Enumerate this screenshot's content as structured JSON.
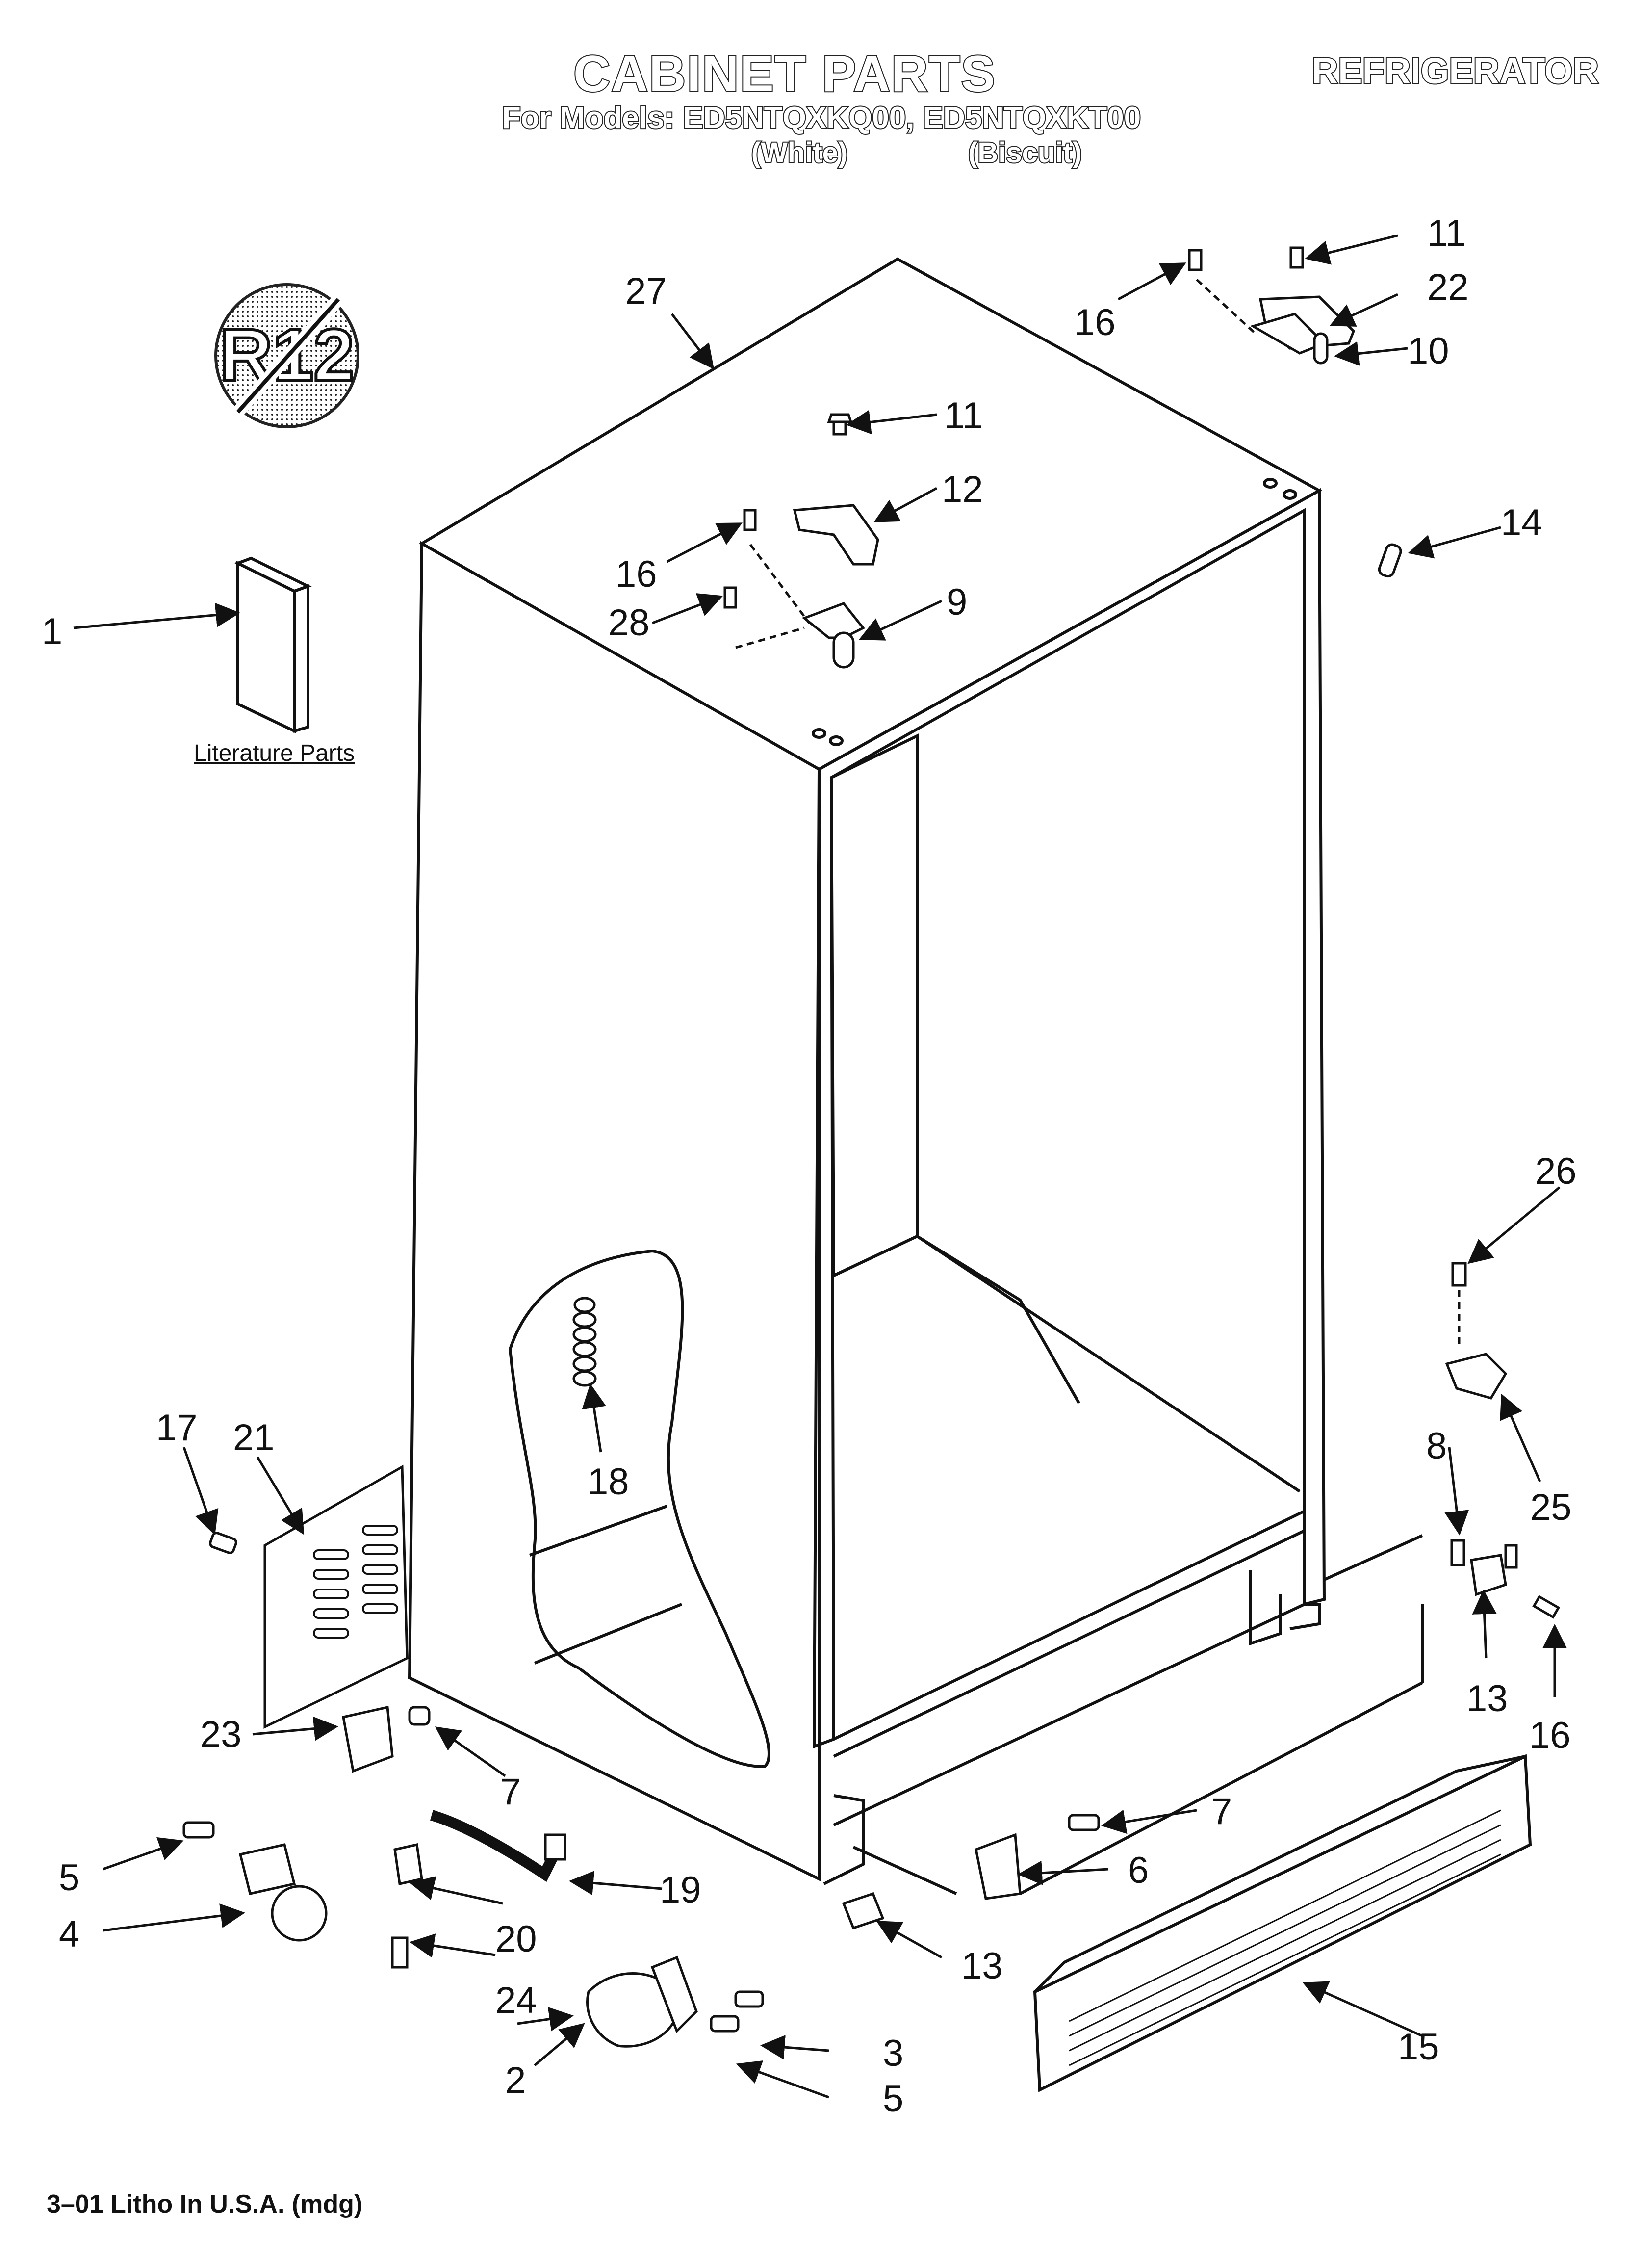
{
  "header": {
    "title": "CABINET PARTS",
    "category": "REFRIGERATOR",
    "models": "For Models: ED5NTQXKQ00, ED5NTQXKT00",
    "color_white": "(White)",
    "color_biscuit": "(Biscuit)"
  },
  "badge": {
    "text": "R12"
  },
  "literature_label": "Literature Parts",
  "footer": "3–01 Litho In U.S.A. (mdg)",
  "callouts": {
    "c27": "27",
    "c11a": "11",
    "c11b": "11",
    "c22": "22",
    "c10": "10",
    "c16a": "16",
    "c16b": "16",
    "c16c": "16",
    "c12": "12",
    "c9": "9",
    "c28": "28",
    "c14": "14",
    "c1": "1",
    "c26": "26",
    "c25": "25",
    "c8": "8",
    "c13a": "13",
    "c13b": "13",
    "c17": "17",
    "c21": "21",
    "c18": "18",
    "c23": "23",
    "c7a": "7",
    "c7b": "7",
    "c5a": "5",
    "c5b": "5",
    "c4": "4",
    "c19": "19",
    "c20": "20",
    "c24": "24",
    "c6": "6",
    "c15": "15",
    "c2": "2",
    "c3": "3"
  }
}
